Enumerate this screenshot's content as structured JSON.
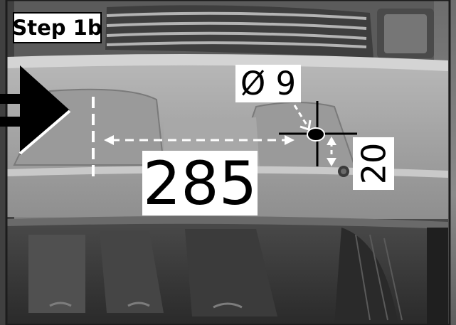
{
  "step_label": "Step 1b",
  "dimensions": {
    "hole_diameter": "Ø 9",
    "horizontal_distance": "285",
    "vertical_offset": "20"
  },
  "colors": {
    "annotation_bg": "#ffffff",
    "annotation_text": "#000000",
    "arrow": "#000000",
    "guide_lines": "#ffffff"
  },
  "icons": {
    "direction_arrow": "large-right-arrow-icon",
    "drill_point": "crosshair-icon"
  }
}
